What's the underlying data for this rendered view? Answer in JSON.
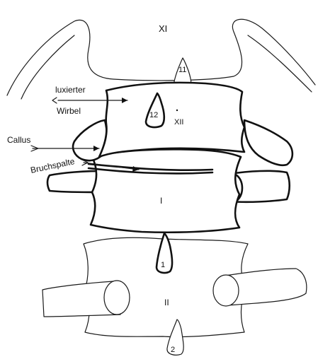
{
  "labels": {
    "vertebra_xi": "XI",
    "vertebra_xii": "XII",
    "vertebra_i": "I",
    "vertebra_ii": "II",
    "spinous_11": "11",
    "spinous_12": "12",
    "spinous_1": "1",
    "spinous_2": "2",
    "luxierter_line1": "luxierter",
    "luxierter_line2": "Wirbel",
    "callus": "Callus",
    "bruchspalte": "Bruchspalte"
  }
}
